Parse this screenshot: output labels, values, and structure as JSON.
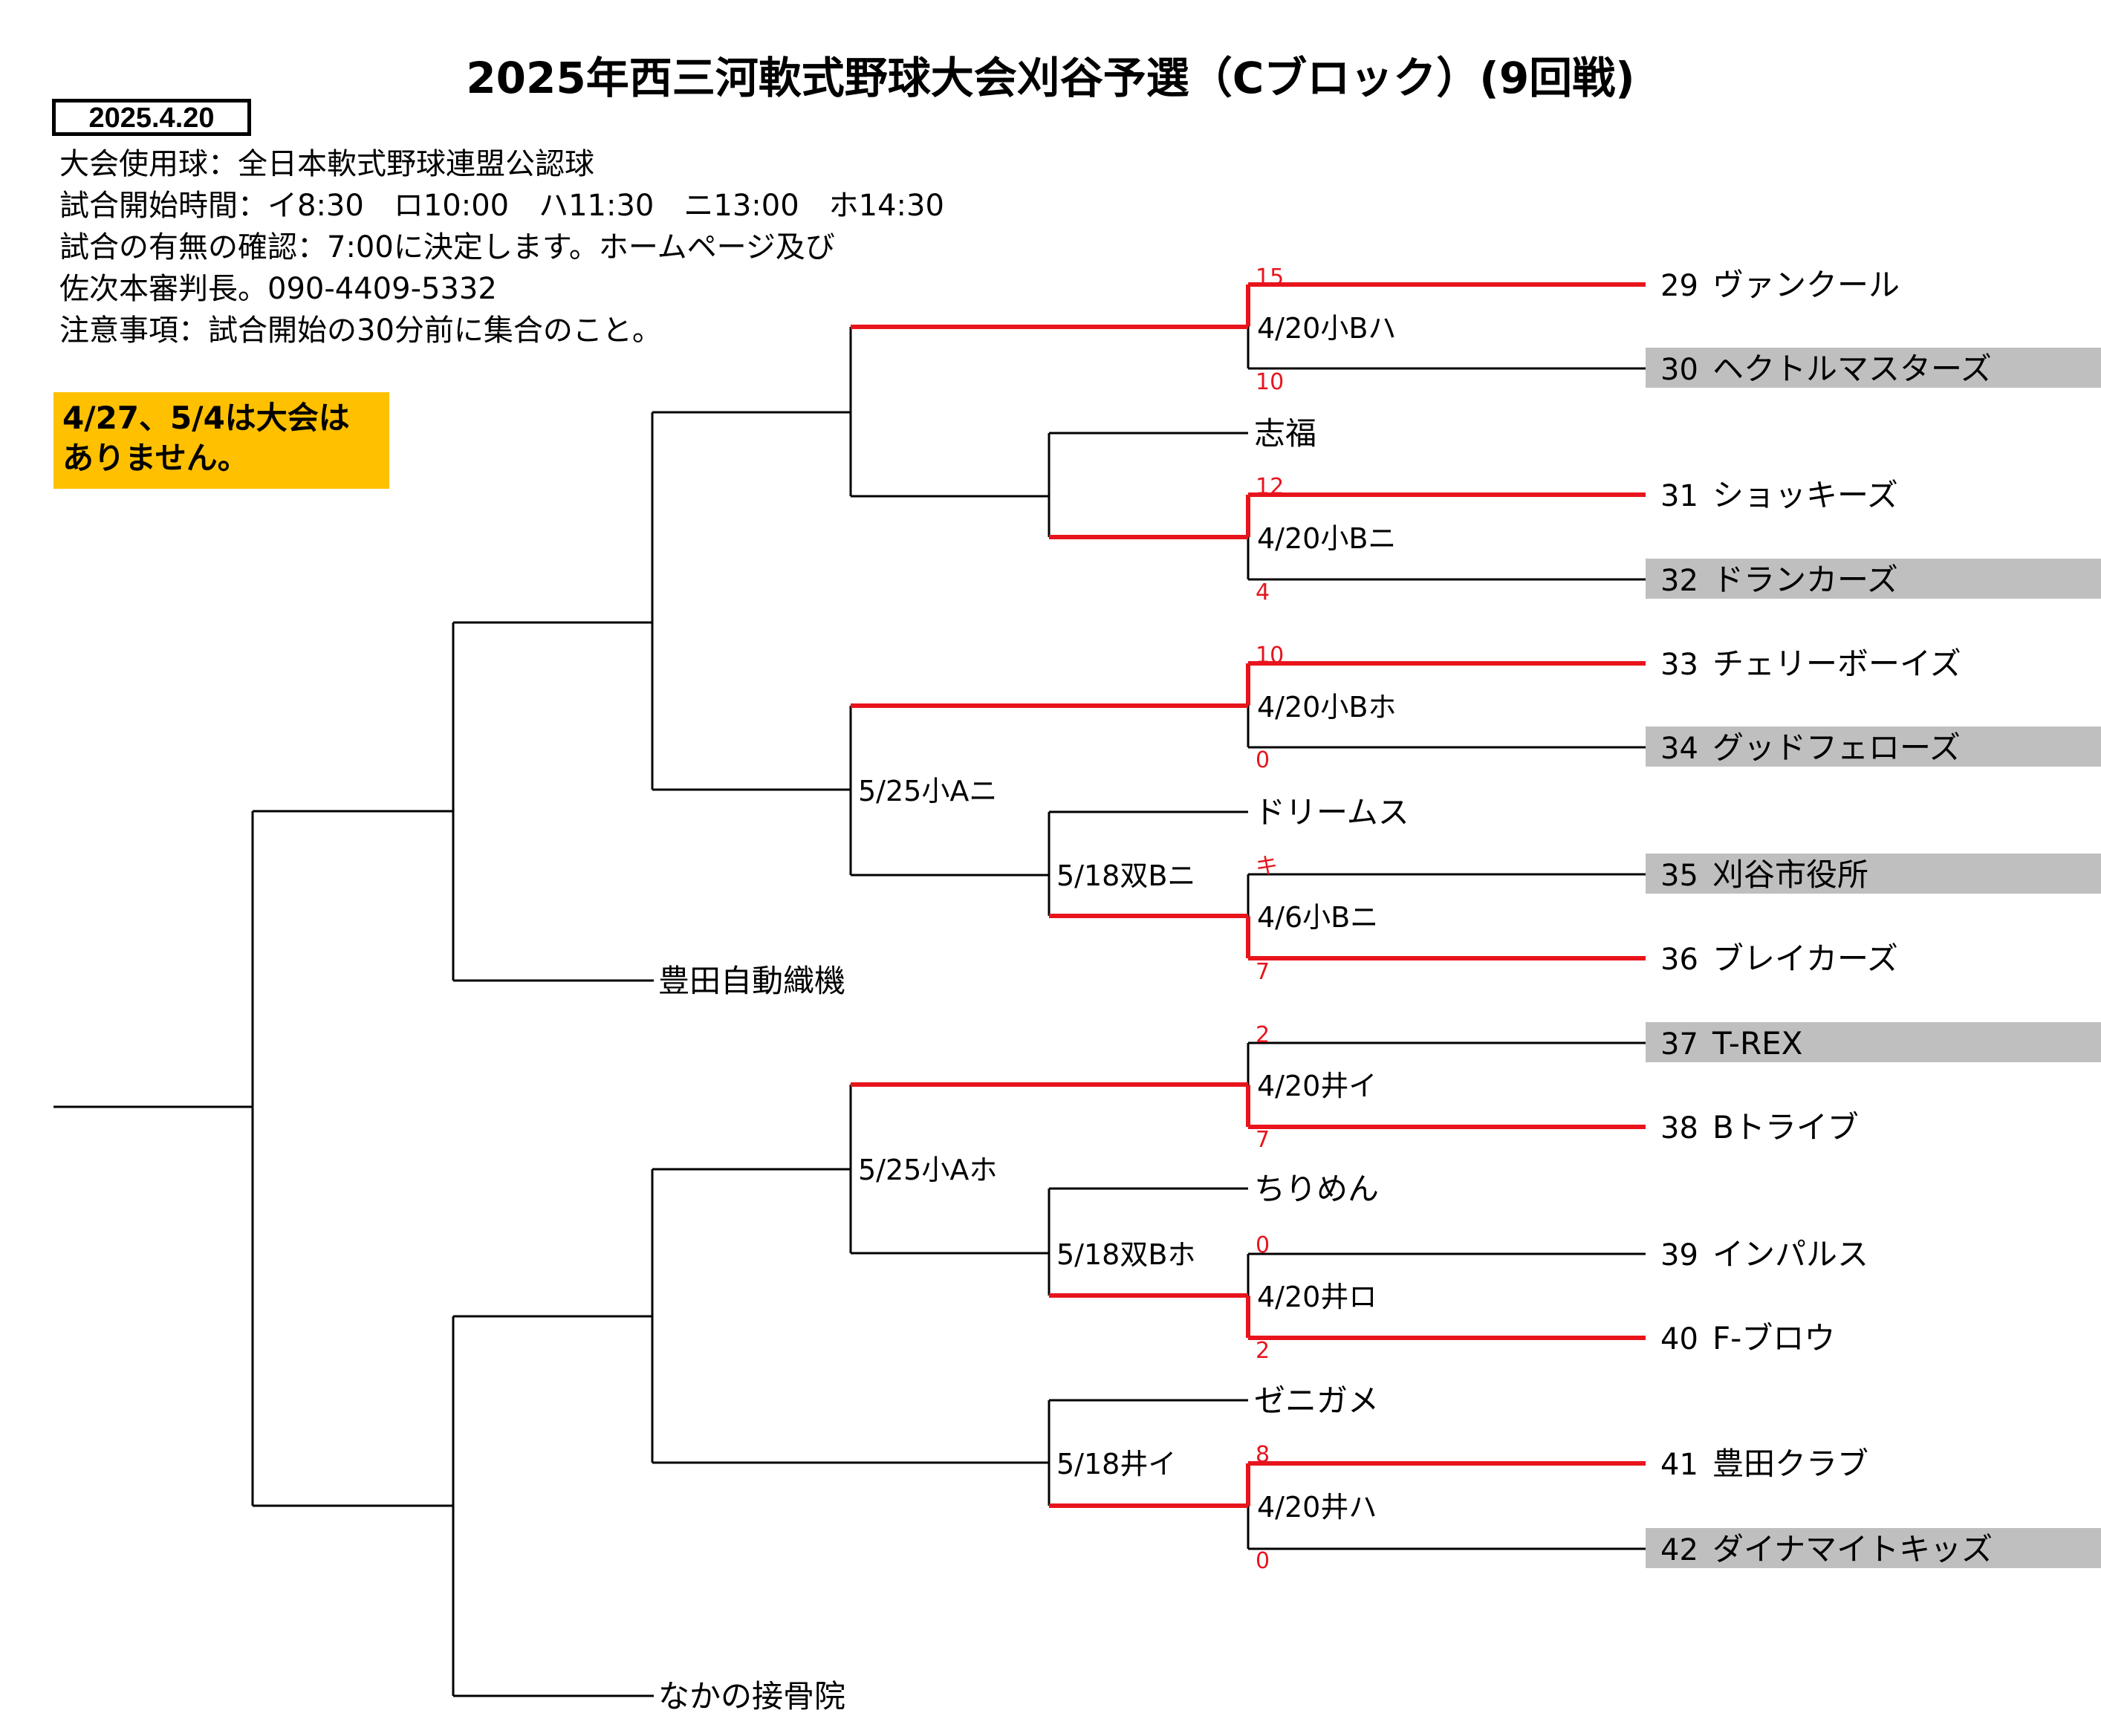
{
  "title": "2025年西三河軟式野球大会刈谷予選（Cブロック）(9回戦)",
  "date": "2025.4.20",
  "info_lines": [
    "大会使用球：全日本軟式野球連盟公認球",
    "試合開始時間：イ8:30　ロ10:00　ハ11:30　ニ13:00　ホ14:30",
    "試合の有無の確認：7:00に決定します。ホームページ及び",
    "佐次本審判長。090-4409-5332",
    "注意事項：試合開始の30分前に集合のこと。"
  ],
  "notice": [
    "4/27、5/4は大会は",
    "ありません。"
  ],
  "colors": {
    "winner_line": "#e8141c",
    "score": "#e8141c",
    "highlight_row": "#bfbfbf",
    "notice_bg": "#ffc000"
  },
  "teams": [
    {
      "no": "29",
      "name": "ヴァンクール",
      "highlight": false
    },
    {
      "no": "30",
      "name": "ヘクトルマスターズ",
      "highlight": true
    },
    {
      "no": "31",
      "name": "ショッキーズ",
      "highlight": false
    },
    {
      "no": "32",
      "name": "ドランカーズ",
      "highlight": true
    },
    {
      "no": "33",
      "name": "チェリーボーイズ",
      "highlight": false
    },
    {
      "no": "34",
      "name": "グッドフェローズ",
      "highlight": true
    },
    {
      "no": "35",
      "name": "刈谷市役所",
      "highlight": true
    },
    {
      "no": "36",
      "name": "ブレイカーズ",
      "highlight": false
    },
    {
      "no": "37",
      "name": "T-REX",
      "highlight": true
    },
    {
      "no": "38",
      "name": "Bトライブ",
      "highlight": false
    },
    {
      "no": "39",
      "name": "インパルス",
      "highlight": false
    },
    {
      "no": "40",
      "name": "F-ブロウ",
      "highlight": false
    },
    {
      "no": "41",
      "name": "豊田クラブ",
      "highlight": false
    },
    {
      "no": "42",
      "name": "ダイナマイトキッズ",
      "highlight": true
    }
  ],
  "seeded": [
    "志福",
    "ドリームス",
    "ちりめん",
    "ゼニガメ",
    "豊田自動織機",
    "なかの接骨院"
  ],
  "matches": [
    "4/20小Bハ",
    "4/20小Bニ",
    "4/20小Bホ",
    "4/6小Bニ",
    "4/20井イ",
    "4/20井ロ",
    "4/20井ハ",
    "5/18双Bニ",
    "5/18双Bホ",
    "5/18井イ",
    "5/25小Aニ",
    "5/25小Aホ"
  ],
  "scores": [
    "15",
    "10",
    "12",
    "4",
    "10",
    "0",
    "キ",
    "7",
    "2",
    "7",
    "0",
    "2",
    "8",
    "0"
  ]
}
